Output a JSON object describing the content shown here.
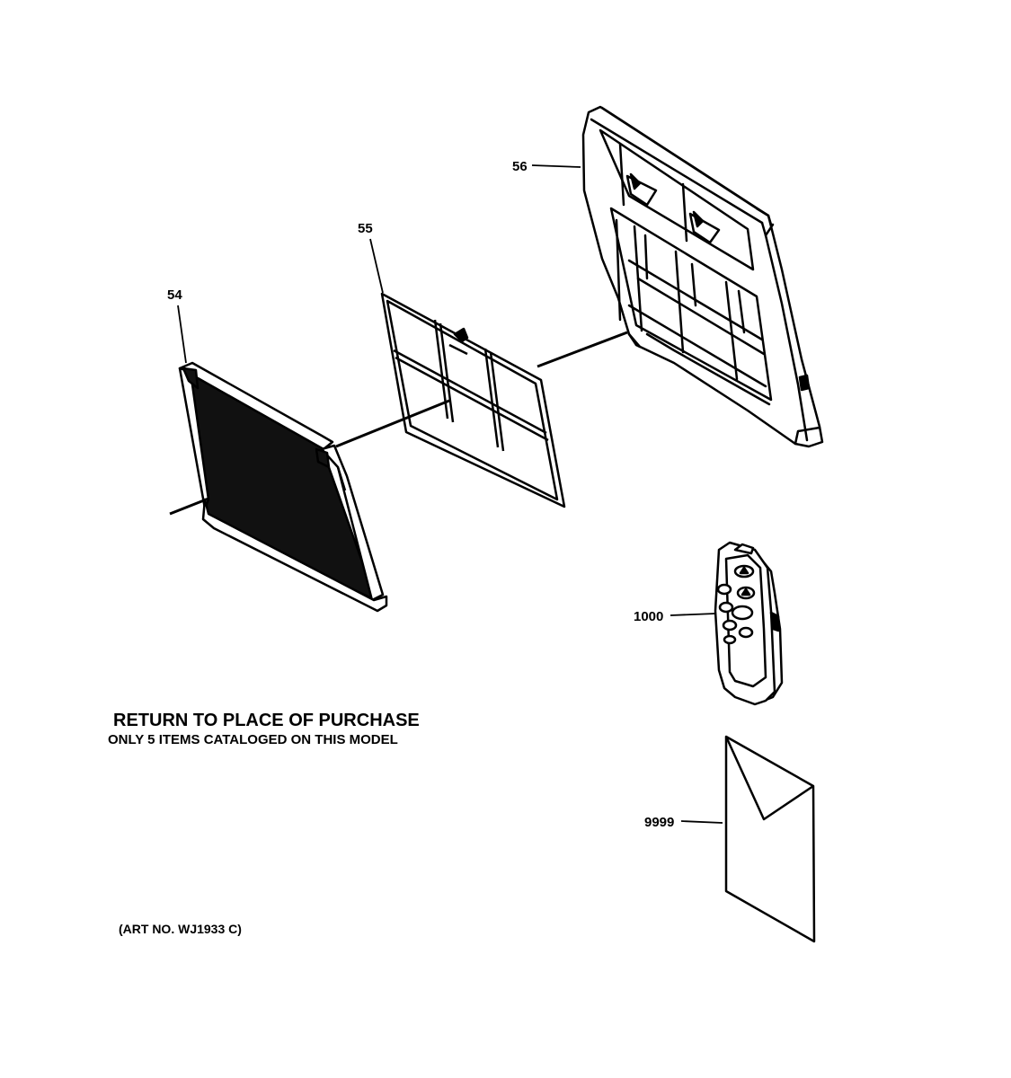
{
  "callouts": {
    "part_54": "54",
    "part_55": "55",
    "part_56": "56",
    "part_1000": "1000",
    "part_9999": "9999"
  },
  "notes": {
    "heading": "RETURN TO PLACE OF PURCHASE",
    "subheading": "ONLY 5 ITEMS CATALOGED ON THIS MODEL",
    "art_number": "(ART NO. WJ1933 C)"
  }
}
